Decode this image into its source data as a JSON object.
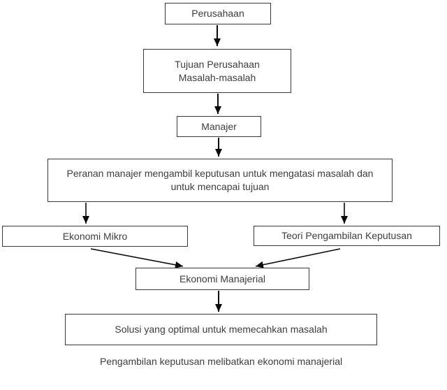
{
  "diagram": {
    "nodes": {
      "perusahaan": {
        "label": "Perusahaan"
      },
      "tujuan": {
        "line1": "Tujuan Perusahaan",
        "line2": "Masalah-masalah"
      },
      "manajer": {
        "label": "Manajer"
      },
      "peranan": {
        "line1": "Peranan manajer mengambil keputusan untuk mengatasi masalah dan",
        "line2": "untuk mencapai tujuan"
      },
      "ekonomi_mikro": {
        "label": "Ekonomi Mikro"
      },
      "teori_pengambilan_keputusan": {
        "label": "Teori Pengambilan Keputusan"
      },
      "ekonomi_manajerial": {
        "label": "Ekonomi Manajerial"
      },
      "solusi": {
        "label": "Solusi yang optimal untuk memecahkan masalah"
      }
    },
    "edges": [
      {
        "from": "perusahaan",
        "to": "tujuan"
      },
      {
        "from": "tujuan",
        "to": "manajer"
      },
      {
        "from": "manajer",
        "to": "peranan"
      },
      {
        "from": "peranan",
        "to": "ekonomi_mikro"
      },
      {
        "from": "peranan",
        "to": "teori_pengambilan_keputusan"
      },
      {
        "from": "ekonomi_mikro",
        "to": "ekonomi_manajerial"
      },
      {
        "from": "teori_pengambilan_keputusan",
        "to": "ekonomi_manajerial"
      },
      {
        "from": "ekonomi_manajerial",
        "to": "solusi"
      }
    ],
    "caption": "Pengambilan keputusan melibatkan ekonomi manajerial",
    "colors": {
      "background": "#ffffff",
      "box_border": "#383838",
      "text": "#3d3d3d",
      "arrow": "#0a0a0a"
    }
  }
}
